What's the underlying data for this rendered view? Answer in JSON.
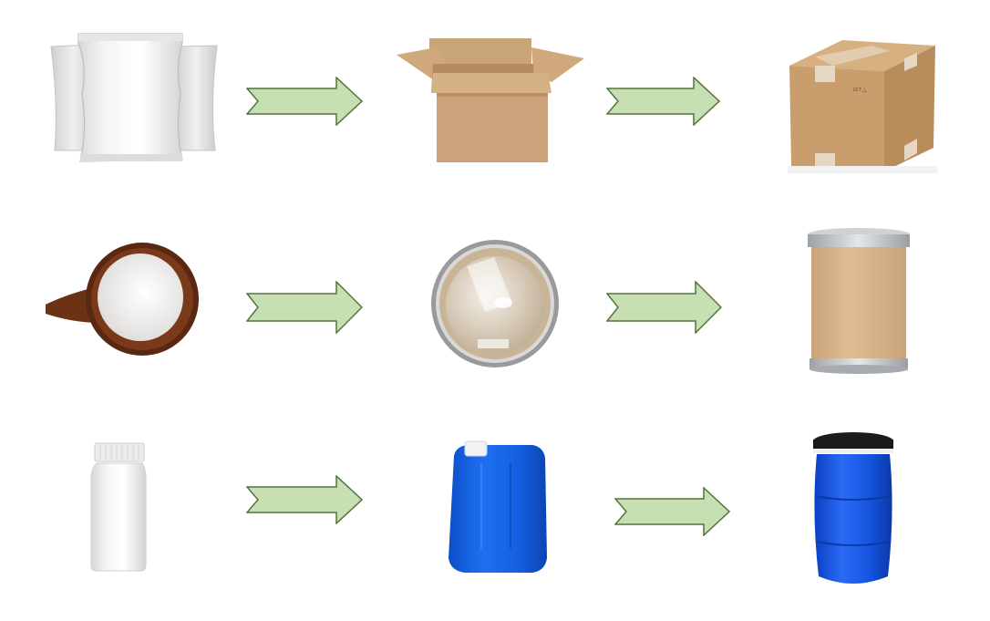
{
  "diagram": {
    "type": "packaging-flow",
    "arrow_style": {
      "fill": "#c6e0b4",
      "stroke": "#55743c"
    },
    "rows": [
      {
        "name": "small-bag-packaging",
        "stages": [
          {
            "label": "Foil bags",
            "icon": "foil-bag-icon"
          },
          {
            "label": "Open carton box",
            "icon": "open-carton-icon"
          },
          {
            "label": "Sealed carton box",
            "icon": "sealed-carton-icon"
          }
        ]
      },
      {
        "name": "powder-drum-packaging",
        "stages": [
          {
            "label": "Powder in wooden spoon",
            "icon": "powder-spoon-icon"
          },
          {
            "label": "Drum with inner PE bag (top view)",
            "icon": "open-drum-icon"
          },
          {
            "label": "Fiber drum",
            "icon": "fiber-drum-icon"
          }
        ]
      },
      {
        "name": "liquid-packaging",
        "stages": [
          {
            "label": "Plastic bottle",
            "icon": "plastic-bottle-icon"
          },
          {
            "label": "Blue jerrycan",
            "icon": "jerrycan-icon"
          },
          {
            "label": "Blue plastic drum",
            "icon": "plastic-drum-icon"
          }
        ]
      }
    ]
  }
}
